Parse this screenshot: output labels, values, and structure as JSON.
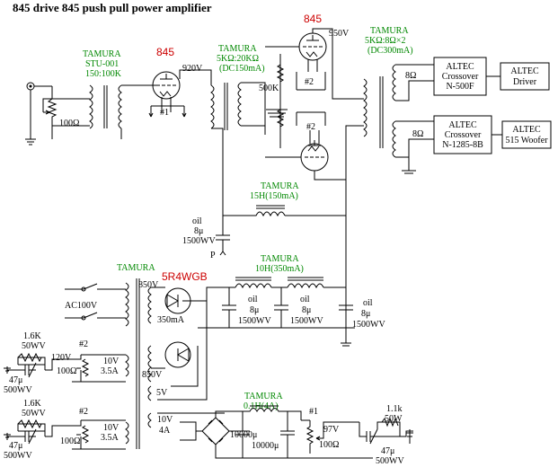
{
  "title": "845 drive 845 push pull power amplifier",
  "tubes": {
    "driver": "845",
    "output": "845",
    "rectifier": "5R4WGB"
  },
  "transformers": {
    "input": {
      "brand": "TAMURA",
      "model": "STU-001",
      "ratio": "150:100K"
    },
    "interstage": {
      "brand": "TAMURA",
      "ratio": "5KΩ:20KΩ",
      "current": "(DC150mA)"
    },
    "output": {
      "brand": "TAMURA",
      "ratio": "5KΩ:8Ω×2",
      "current": "(DC300mA)"
    },
    "choke1": {
      "brand": "TAMURA",
      "value": "15H(150mA)"
    },
    "choke2": {
      "brand": "TAMURA",
      "value": "10H(350mA)"
    },
    "choke3": {
      "brand": "TAMURA",
      "value": "0.1H(4A)"
    },
    "power": {
      "brand": "TAMURA"
    }
  },
  "labels": {
    "r100": "100Ω",
    "v920": "920V",
    "v950": "950V",
    "r500k": "500K",
    "bias1": "#1",
    "bias2a": "#2",
    "bias2b": "#2",
    "ohm8a": "8Ω",
    "ohm8b": "8Ω",
    "cap_oil1": "oil",
    "cap_val1": "8μ",
    "cap_wv1": "1500WV",
    "p_label": "P",
    "ac100": "AC100V",
    "v850a": "850V",
    "ma350": "350mA",
    "v850b": "850V",
    "v5": "5V",
    "cap2_oil": "oil",
    "cap2_val": "8μ",
    "cap2_wv": "1500WV",
    "cap3_oil": "oil",
    "cap3_val": "8μ",
    "cap3_wv": "1500WV",
    "cap4_oil": "oil",
    "cap4_val": "8μ",
    "cap4_wv": "1500WV"
  },
  "speakers": {
    "crossover1": [
      "ALTEC",
      "Crossover",
      "N-500F"
    ],
    "driver": [
      "ALTEC",
      "Driver"
    ],
    "crossover2": [
      "ALTEC",
      "Crossover",
      "N-1285-8B"
    ],
    "woofer": [
      "ALTEC",
      "515 Woofer"
    ]
  },
  "bias_supply_a": {
    "r": "1.6K",
    "rw": "50WV",
    "c": "47μ",
    "cw": "500WV",
    "v": "120V",
    "r100": "100Ω",
    "tag": "#2",
    "v10": "10V",
    "a": "3.5A"
  },
  "bias_supply_b": {
    "r": "1.6K",
    "rw": "50WV",
    "c": "47μ",
    "cw": "500WV",
    "r100": "100Ω",
    "tag": "#2",
    "v10": "10V",
    "a": "3.5A"
  },
  "filament_supply": {
    "v10": "10V",
    "a4": "4A",
    "c1": "10000μ",
    "c2": "10000μ",
    "r100": "100Ω",
    "tag": "#1",
    "v97": "97V",
    "r": "1.1k",
    "rw": "50W",
    "c": "47μ",
    "cw": "500WV"
  }
}
